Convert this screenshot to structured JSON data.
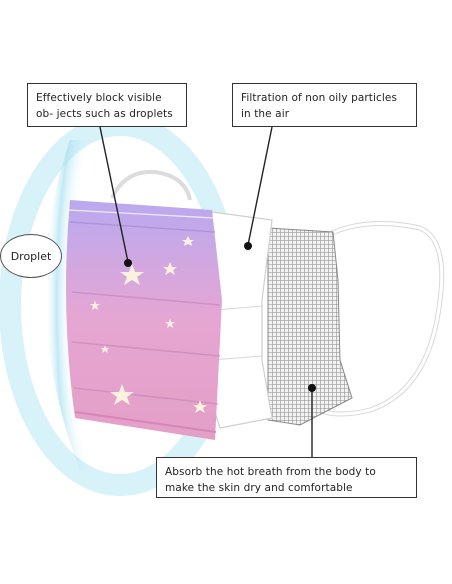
{
  "callouts": {
    "droplets": "Effectively block visible ob- jects such as droplets",
    "filtration": "Filtration of non oily particles in the air",
    "breath": "Absorb the hot breath from the body to make the skin dry and comfortable"
  },
  "droplet_label": "Droplet",
  "colors": {
    "mask_top": "#b6a6ee",
    "mask_bottom": "#e7a2c9",
    "glow": "#8fd6ec",
    "filter_grey": "#9a9a9a",
    "line": "#222222"
  },
  "icons": [
    "star-icon"
  ]
}
